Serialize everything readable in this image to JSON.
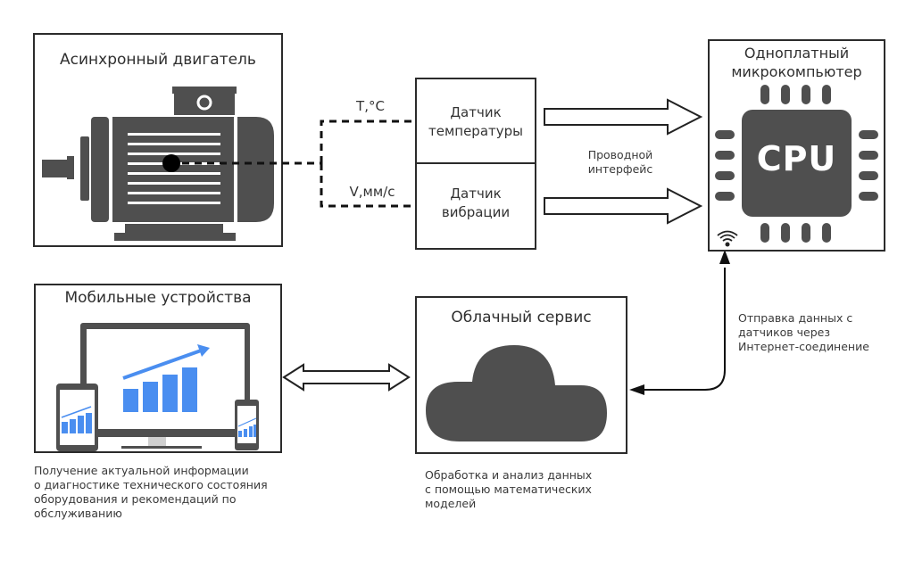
{
  "motor": {
    "title": "Асинхронный двигатель",
    "icon": "electric-motor-icon"
  },
  "signals": {
    "temperature": "T,°C",
    "vibration": "V,мм/с"
  },
  "sensors": {
    "temperature": [
      "Датчик",
      "температуры"
    ],
    "vibration": [
      "Датчик",
      "вибрации"
    ]
  },
  "interface": {
    "wired": [
      "Проводной",
      "интерфейс"
    ]
  },
  "computer": {
    "title": [
      "Одноплатный",
      "микрокомпьютер"
    ],
    "chip_label": "CPU",
    "wifi_icon": "wifi-icon"
  },
  "internet_link": {
    "caption": [
      "Отправка данных с",
      "датчиков через",
      "Интернет-соединение"
    ]
  },
  "cloud": {
    "title": "Облачный сервис",
    "icon": "cloud-icon",
    "caption": [
      "Обработка и анализ данных",
      "с помощью математических",
      "моделей"
    ]
  },
  "mobile": {
    "title": "Мобильные устройства",
    "icon": "devices-chart-icon",
    "caption": [
      "Получение актуальной информации",
      "о диагностике технического состояния",
      "оборудования и рекомендаций по",
      "обслуживанию"
    ]
  },
  "colors": {
    "icon_dark": "#4f4f4f",
    "chart_blue": "#4a8ef0",
    "border": "#2b2b2b"
  }
}
